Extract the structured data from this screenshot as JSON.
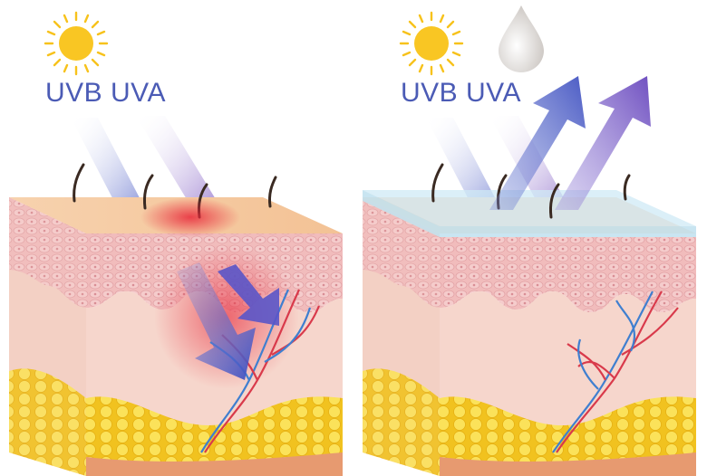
{
  "panels": [
    {
      "id": "unprotected",
      "label_uvb": "UVB",
      "label_uva": "UVA"
    },
    {
      "id": "protected",
      "label_uvb": "UVB",
      "label_uva": "UVA"
    }
  ],
  "colors": {
    "uv_text": "#4b5bb5",
    "sun": "#f7c21b",
    "skin_top": "#f4c9a0",
    "epidermis": "#f0b8b8",
    "dermis": "#f6d6cc",
    "fat": "#f5d32a",
    "artery": "#d93a4b",
    "vein": "#3f7fd0",
    "burn": "#e8283a",
    "sunscreen_film": "#cfe9f5",
    "uvb_ray": "#6a78cf",
    "uva_ray": "#8a68c8"
  },
  "icons": [
    "sun-icon",
    "sunscreen-drop-icon",
    "hair-icon"
  ]
}
